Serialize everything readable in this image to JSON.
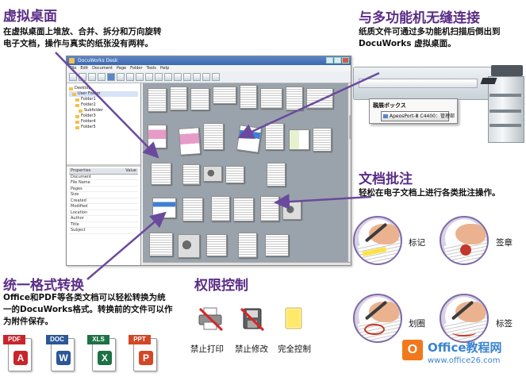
{
  "virtual_desk": {
    "title": "虚拟桌面",
    "desc_line1": "在虚拟桌面上堆放、合并、拆分和万向旋转",
    "desc_line2": "电子文档，操作与真实的纸张没有两样。"
  },
  "mfp": {
    "title": "与多功能机无缝连接",
    "desc_line1": "纸质文件可通过多功能机扫描后倒出到",
    "desc_line2": "DocuWorks 虚拟桌面。",
    "popup_title": "親展ボックス",
    "popup_button": "ApeosPort-Ⅲ C4400：管理部"
  },
  "annotation": {
    "title": "文档批注",
    "desc": "轻松在电子文档上进行各类批注操作。",
    "items": [
      "标记",
      "签章",
      "划圈",
      "标签"
    ]
  },
  "format": {
    "title": "统一格式转换",
    "desc_line1": "Office和PDF等各类文档可以轻松转换为统",
    "desc_line2": "一的DocuWorks格式。转换前的文件可以作",
    "desc_line3": "为附件保存。",
    "icons": [
      {
        "tag": "PDF",
        "glyph": "A",
        "color": "#c8252b"
      },
      {
        "tag": "DOC",
        "glyph": "W",
        "color": "#2b5797"
      },
      {
        "tag": "XLS",
        "glyph": "X",
        "color": "#1e7145"
      },
      {
        "tag": "PPT",
        "glyph": "P",
        "color": "#d24726"
      }
    ]
  },
  "permission": {
    "title": "权限控制",
    "items": [
      "禁止打印",
      "禁止修改",
      "完全控制"
    ]
  },
  "app_window": {
    "title": "DocuWorks Desk",
    "menu": [
      "File",
      "Edit",
      "Document",
      "Page",
      "Folder",
      "Tools",
      "Help"
    ],
    "tree": [
      "Desktop",
      "User Folder",
      "Folder1",
      "Folder2",
      "Subfolder",
      "Folder3",
      "Folder4",
      "Folder5"
    ],
    "props_header": [
      "Properties",
      "Value"
    ],
    "props": [
      "Document",
      "File Name",
      "Pages",
      "Size",
      "Created",
      "Modified",
      "Location",
      "Author",
      "Title",
      "Subject"
    ]
  },
  "watermark": {
    "logo": "O",
    "title": "Office教程网",
    "url": "www.office26.com"
  },
  "colors": {
    "heading": "#5a2d86",
    "arrow": "#6a4a9c"
  }
}
